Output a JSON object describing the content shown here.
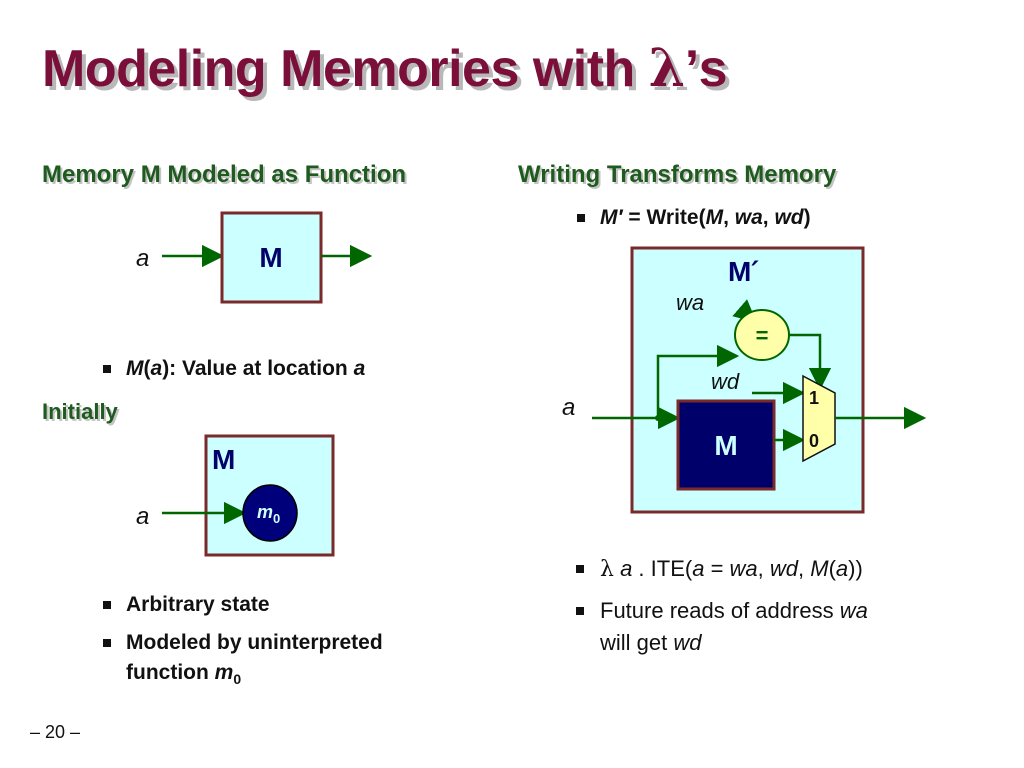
{
  "slide": {
    "title_text": "Modeling Memories with ",
    "title_lambda": "λ",
    "title_suffix": "’s",
    "page_number": "– 20 –"
  },
  "left": {
    "heading": "Memory M Modeled as Function",
    "diagram1": {
      "input_label": "a",
      "box_label": "M"
    },
    "bullet1": {
      "m": "M",
      "paren_open": "(",
      "a": "a",
      "rest": "): Value at location ",
      "a2": "a"
    },
    "initially_heading": "Initially",
    "diagram2": {
      "input_label": "a",
      "box_label": "M",
      "circle_m": "m",
      "circle_sub": "0"
    },
    "bullets2": [
      {
        "text": "Arbitrary state"
      },
      {
        "line1": "Modeled by uninterpreted",
        "line2": "function ",
        "m": "m",
        "sub": "0"
      }
    ]
  },
  "right": {
    "heading": "Writing Transforms Memory",
    "bullet_top": {
      "mprime": "M′",
      "eq": " = Write(",
      "m": "M",
      "c1": ", ",
      "wa": "wa",
      "c2": ", ",
      "wd": "wd",
      "close": ")"
    },
    "diagram": {
      "outer_label": "M",
      "outer_prime": "′",
      "wa_label": "wa",
      "eq_label": "=",
      "wd_label": "wd",
      "a_label": "a",
      "mux_top": "1",
      "mux_bottom": "0",
      "inner_label": "M"
    },
    "bullets": [
      {
        "lambda": "λ",
        "a": " a",
        "dot": " . ITE(",
        "a2": "a",
        "eq": " = ",
        "wa": "wa",
        "c1": ", ",
        "wd": "wd",
        "c2": ", ",
        "m": "M",
        "po": "(",
        "a3": "a",
        "pc": "))"
      },
      {
        "line1a": "Future reads of address ",
        "wa": "wa",
        "line2a": "will get ",
        "wd": "wd"
      }
    ]
  },
  "colors": {
    "title": "#7a0f3a",
    "heading": "#1f5a1f",
    "box_fill": "#ccffff",
    "box_border": "#7a2a2a",
    "arrow": "#006600",
    "navy": "#00006a",
    "mux_fill": "#ffffaa"
  }
}
